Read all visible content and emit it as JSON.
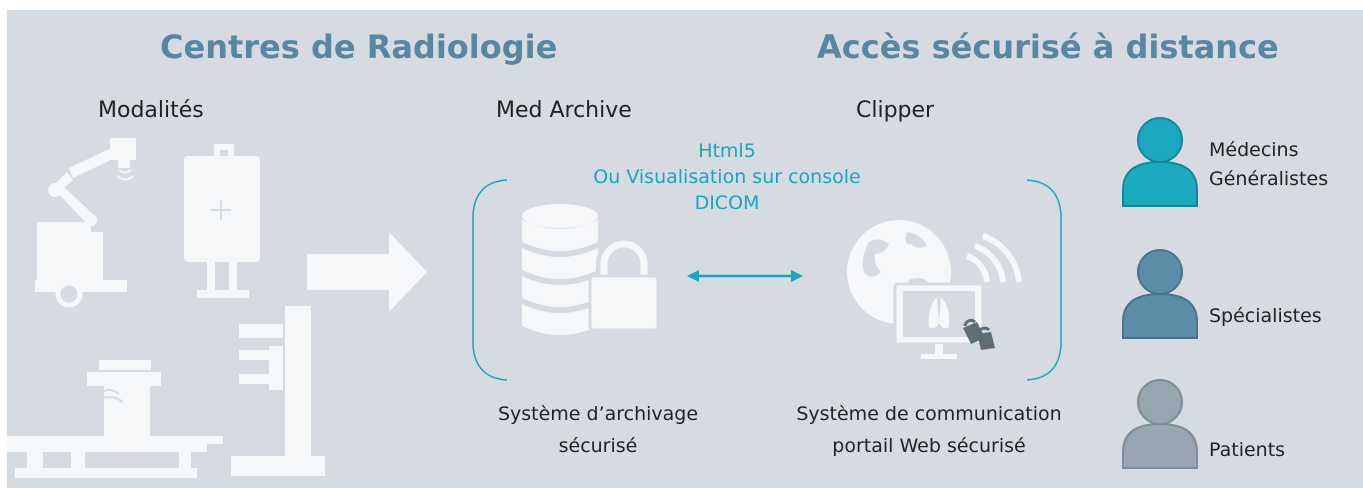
{
  "headings": {
    "left": "Centres de Radiologie",
    "right": "Accès sécurisé à distance"
  },
  "labels": {
    "modalities": "Modalités",
    "med_archive": "Med Archive",
    "clipper": "Clipper"
  },
  "link": {
    "line1": "Html5",
    "line2": "Ou Visualisation sur console",
    "line3": "DICOM"
  },
  "captions": {
    "archive_line1": "Système d’archivage",
    "archive_line2": "sécurisé",
    "portal_line1": "Système de communication",
    "portal_line2": "portail Web sécurisé"
  },
  "users": [
    {
      "label_line1": "Médecins",
      "label_line2": "Généralistes",
      "color": "#1aa9bf",
      "stroke": "#14879a"
    },
    {
      "label_line1": "Spécialistes",
      "color": "#5b8ea6",
      "stroke": "#467489"
    },
    {
      "label_line1": "Patients",
      "color": "#97a6b0",
      "stroke": "#7d8c96"
    }
  ],
  "colors": {
    "background": "#d6dbe1",
    "heading": "#5987a0",
    "accent": "#18a6bd",
    "icon_white": "#f5f7f9"
  }
}
